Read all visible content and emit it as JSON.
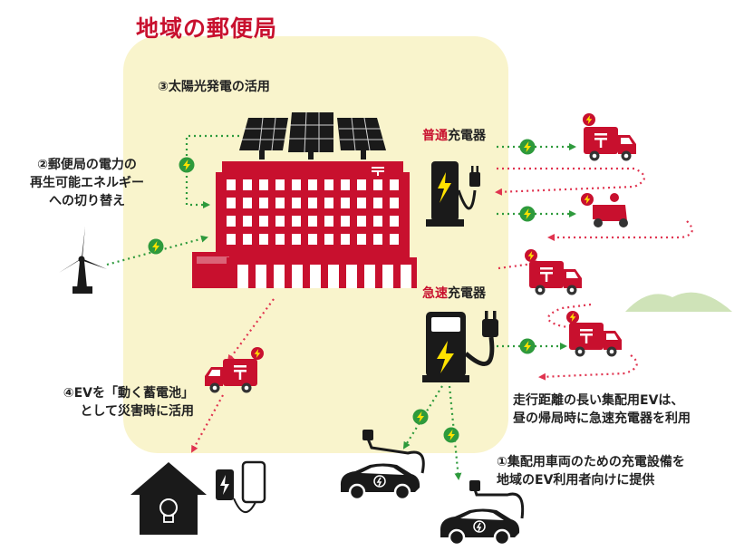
{
  "title": "地域の郵便局",
  "labels": {
    "solar": "③太陽光発電の活用",
    "renewable": [
      "②郵便局の電力の",
      "再生可能エネルギー",
      "への切り替え"
    ],
    "normal_charger": {
      "accent": "普通",
      "rest": "充電器"
    },
    "fast_charger": {
      "accent": "急速",
      "rest": "充電器"
    },
    "ev_storage": [
      "④EVを「動く蓄電池」",
      "として災害時に活用"
    ],
    "fast_note": [
      "走行距離の長い集配用EVは、",
      "昼の帰局時に急速充電器を利用"
    ],
    "public_charging": [
      "①集配用車両のための充電設備を",
      "地域のEV利用者向けに提供"
    ]
  },
  "colors": {
    "brand_red": "#c8102e",
    "area_yellow": "#f9f4cc",
    "flow_green": "#2e9a3c",
    "flow_red": "#e0334f",
    "hill_green": "#cfe3b8"
  },
  "icons": [
    "solar-panel-icon",
    "post-office-building-icon",
    "wind-turbine-icon",
    "normal-charger-icon",
    "fast-charger-icon",
    "delivery-truck-icon",
    "delivery-scooter-icon",
    "house-bulb-icon",
    "smartphone-icon",
    "power-bank-icon",
    "electric-car-icon",
    "hills-icon"
  ]
}
